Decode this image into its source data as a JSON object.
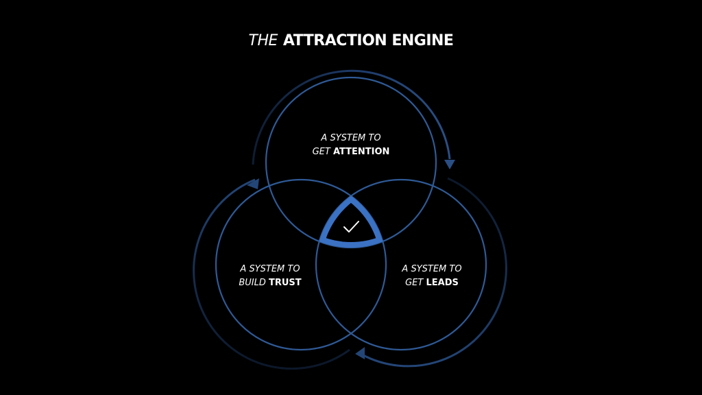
{
  "title": {
    "light": "THE",
    "bold": "ATTRACTION ENGINE"
  },
  "circles": [
    {
      "id": "attention",
      "line1": "A SYSTEM TO",
      "line2_light": "GET",
      "line2_bold": "ATTENTION"
    },
    {
      "id": "trust",
      "line1": "A SYSTEM TO",
      "line2_light": "BUILD",
      "line2_bold": "TRUST"
    },
    {
      "id": "leads",
      "line1": "A SYSTEM TO",
      "line2_light": "GET",
      "line2_bold": "LEADS"
    }
  ],
  "center_icon": "checkmark-icon",
  "colors": {
    "background": "#000000",
    "circle": "#2f5a96",
    "highlight": "#3b72c4",
    "arrow": "#1d3a66",
    "text": "#ffffff"
  }
}
